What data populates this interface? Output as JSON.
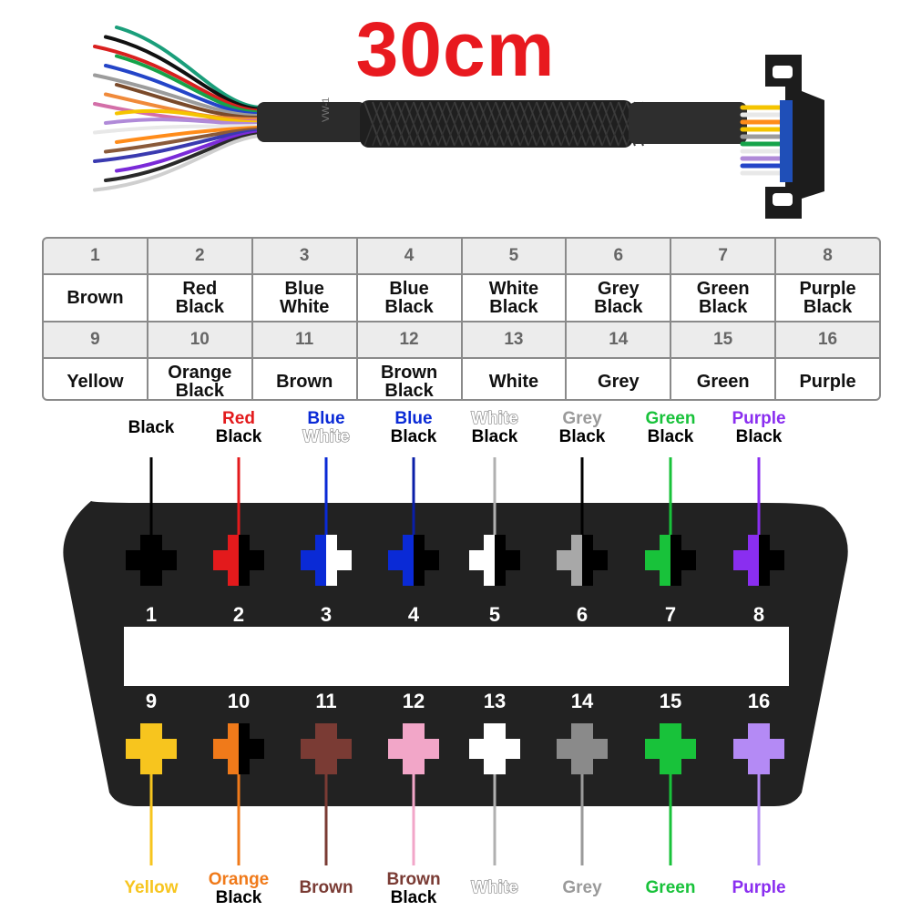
{
  "title": "30cm",
  "cable": {
    "jacket_label": "VW-1",
    "wire_colors": [
      "#1a9e7a",
      "#111111",
      "#d9201f",
      "#16a34a",
      "#2445c8",
      "#9c9c9c",
      "#7a4a2a",
      "#f08a3a",
      "#d36fa8",
      "#f5c400",
      "#b08ad8",
      "#e8e8e8",
      "#ff8c1a",
      "#8a5a3a",
      "#3a3ab0",
      "#7a2ad8",
      "#2a2a2a",
      "#cfcfcf"
    ]
  },
  "table": [
    {
      "pin": "1",
      "wire": "Brown"
    },
    {
      "pin": "2",
      "wire": "Red\nBlack"
    },
    {
      "pin": "3",
      "wire": "Blue\nWhite"
    },
    {
      "pin": "4",
      "wire": "Blue\nBlack"
    },
    {
      "pin": "5",
      "wire": "White\nBlack"
    },
    {
      "pin": "6",
      "wire": "Grey\nBlack"
    },
    {
      "pin": "7",
      "wire": "Green\nBlack"
    },
    {
      "pin": "8",
      "wire": "Purple\nBlack"
    },
    {
      "pin": "9",
      "wire": "Yellow"
    },
    {
      "pin": "10",
      "wire": "Orange\nBlack"
    },
    {
      "pin": "11",
      "wire": "Brown"
    },
    {
      "pin": "12",
      "wire": "Brown\nBlack"
    },
    {
      "pin": "13",
      "wire": "White"
    },
    {
      "pin": "14",
      "wire": "Grey"
    },
    {
      "pin": "15",
      "wire": "Green"
    },
    {
      "pin": "16",
      "wire": "Purple"
    }
  ],
  "pins": [
    {
      "num": "1",
      "main": "#000000",
      "stripe": "#000000",
      "wire": "#000000",
      "label1": "Black",
      "label1_color": "#000000",
      "label2": "",
      "label2_color": "#000000"
    },
    {
      "num": "2",
      "main": "#e31a1c",
      "stripe": "#000000",
      "wire": "#e31a1c",
      "label1": "Red",
      "label1_color": "#e31a1c",
      "label2": "Black",
      "label2_color": "#000000"
    },
    {
      "num": "3",
      "main": "#0a2ad6",
      "stripe": "#ffffff",
      "wire": "#0a2ad6",
      "label1": "Blue",
      "label1_color": "#0a2ad6",
      "label2": "White",
      "label2_color": "outline"
    },
    {
      "num": "4",
      "main": "#0a2ad6",
      "stripe": "#000000",
      "wire": "#0a1fa8",
      "label1": "Blue",
      "label1_color": "#0a2ad6",
      "label2": "Black",
      "label2_color": "#000000"
    },
    {
      "num": "5",
      "main": "#ffffff",
      "stripe": "#000000",
      "wire": "#b0b0b0",
      "label1": "White",
      "label1_color": "outline",
      "label2": "Black",
      "label2_color": "#000000"
    },
    {
      "num": "6",
      "main": "#a8a8a8",
      "stripe": "#000000",
      "wire": "#000000",
      "label1": "Grey",
      "label1_color": "#9a9a9a",
      "label2": "Black",
      "label2_color": "#000000"
    },
    {
      "num": "7",
      "main": "#18c23a",
      "stripe": "#000000",
      "wire": "#18c23a",
      "label1": "Green",
      "label1_color": "#18c23a",
      "label2": "Black",
      "label2_color": "#000000"
    },
    {
      "num": "8",
      "main": "#8a2ef0",
      "stripe": "#000000",
      "wire": "#8a2ef0",
      "label1": "Purple",
      "label1_color": "#8a2ef0",
      "label2": "Black",
      "label2_color": "#000000"
    },
    {
      "num": "9",
      "main": "#f7c51e",
      "stripe": "#f7c51e",
      "wire": "#f7c51e",
      "label1": "Yellow",
      "label1_color": "#f7c51e",
      "label2": "",
      "label2_color": "#000000"
    },
    {
      "num": "10",
      "main": "#f07a1a",
      "stripe": "#000000",
      "wire": "#f07a1a",
      "label1": "Orange",
      "label1_color": "#f07a1a",
      "label2": "Black",
      "label2_color": "#000000"
    },
    {
      "num": "11",
      "main": "#7a3b34",
      "stripe": "#7a3b34",
      "wire": "#7a3b34",
      "label1": "Brown",
      "label1_color": "#7a3b34",
      "label2": "",
      "label2_color": "#000000"
    },
    {
      "num": "12",
      "main": "#f2a6c8",
      "stripe": "#f2a6c8",
      "wire": "#f2a6c8",
      "label1": "Brown",
      "label1_color": "#7a3b34",
      "label2": "Black",
      "label2_color": "#000000"
    },
    {
      "num": "13",
      "main": "#ffffff",
      "stripe": "#ffffff",
      "wire": "#b0b0b0",
      "label1": "White",
      "label1_color": "outline",
      "label2": "",
      "label2_color": "#000000"
    },
    {
      "num": "14",
      "main": "#8a8a8a",
      "stripe": "#8a8a8a",
      "wire": "#9a9a9a",
      "label1": "Grey",
      "label1_color": "#9a9a9a",
      "label2": "",
      "label2_color": "#000000"
    },
    {
      "num": "15",
      "main": "#18c23a",
      "stripe": "#18c23a",
      "wire": "#18c23a",
      "label1": "Green",
      "label1_color": "#18c23a",
      "label2": "",
      "label2_color": "#000000"
    },
    {
      "num": "16",
      "main": "#b48af5",
      "stripe": "#b48af5",
      "wire": "#b48af5",
      "label1": "Purple",
      "label1_color": "#8a2ef0",
      "label2": "",
      "label2_color": "#000000"
    }
  ]
}
